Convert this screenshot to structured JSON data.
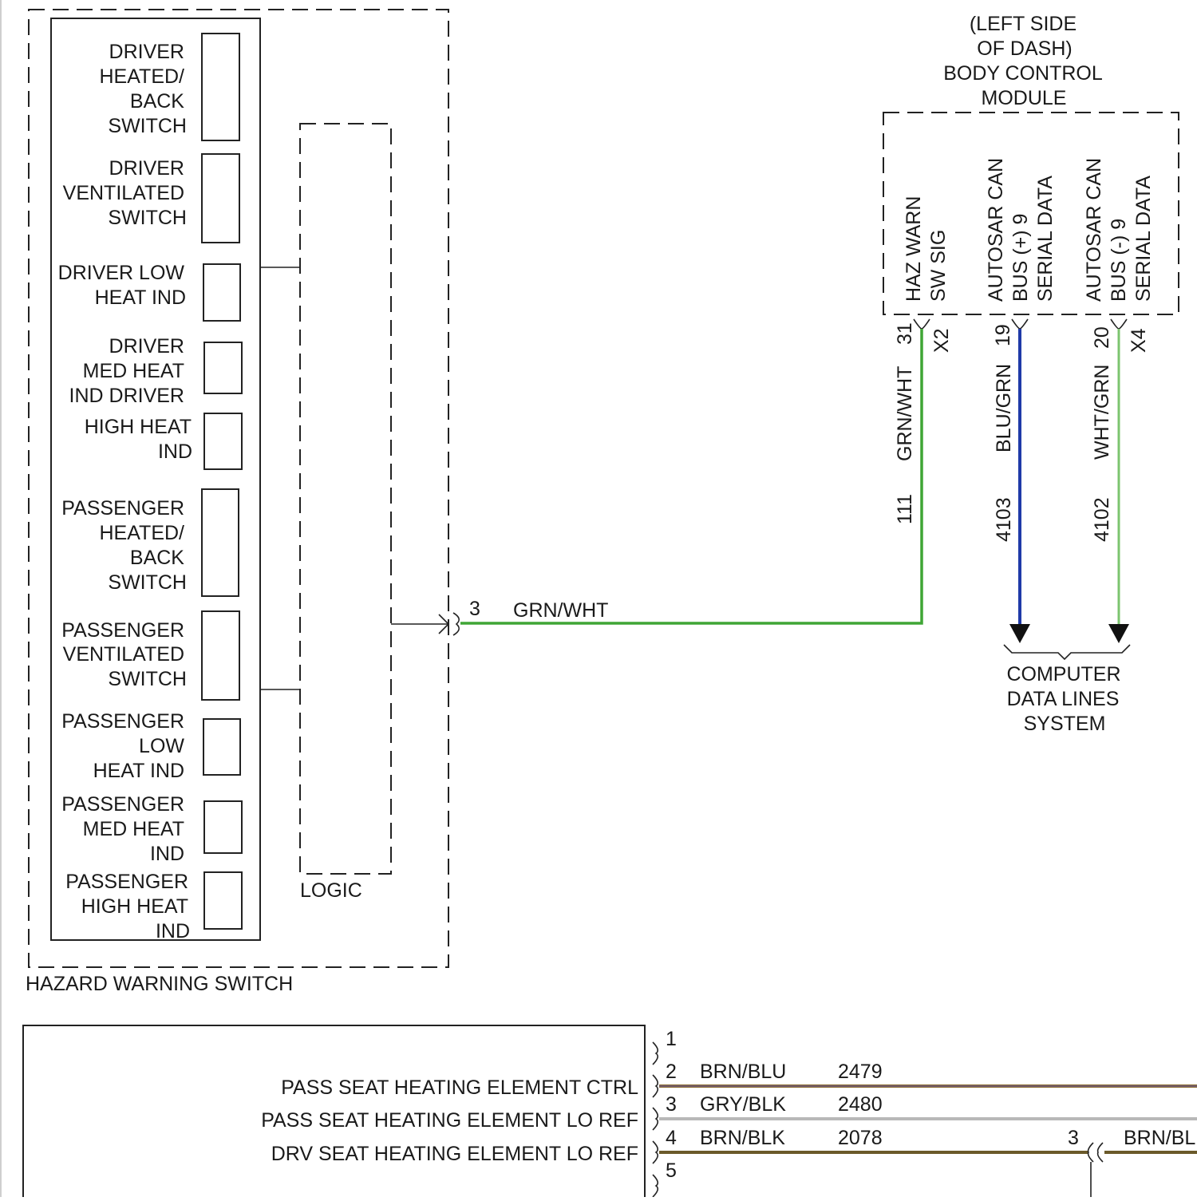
{
  "hazard_switch": {
    "title": "HAZARD WARNING SWITCH",
    "logic_label": "LOGIC",
    "components": [
      {
        "lines": [
          "DRIVER",
          "HEATED/",
          "BACK",
          "SWITCH"
        ]
      },
      {
        "lines": [
          "DRIVER",
          "VENTILATED",
          "SWITCH"
        ]
      },
      {
        "lines": [
          "DRIVER LOW",
          "HEAT IND"
        ]
      },
      {
        "lines": [
          "DRIVER",
          "MED HEAT",
          "IND DRIVER"
        ]
      },
      {
        "lines": [
          "HIGH HEAT",
          "IND"
        ]
      },
      {
        "lines": [
          "PASSENGER",
          "HEATED/",
          "BACK",
          "SWITCH"
        ]
      },
      {
        "lines": [
          "PASSENGER",
          "VENTILATED",
          "SWITCH"
        ]
      },
      {
        "lines": [
          "PASSENGER",
          "LOW",
          "HEAT IND"
        ]
      },
      {
        "lines": [
          "PASSENGER",
          "MED HEAT",
          "IND"
        ]
      },
      {
        "lines": [
          "PASSENGER",
          "HIGH HEAT",
          "IND"
        ]
      }
    ],
    "output_pin": "3",
    "output_wire_color": "GRN/WHT"
  },
  "bcm": {
    "location_line1": "(LEFT SIDE",
    "location_line2": "OF DASH)",
    "name_line1": "BODY CONTROL",
    "name_line2": "MODULE",
    "pin_labels": [
      {
        "line1": "HAZ WARN",
        "line2": "SW SIG"
      },
      {
        "line1": "AUTOSAR CAN",
        "line2": "BUS (+) 9",
        "line3": "SERIAL DATA"
      },
      {
        "line1": "AUTOSAR CAN",
        "line2": "BUS (-) 9",
        "line3": "SERIAL DATA"
      }
    ]
  },
  "bcm_wires": [
    {
      "pin": "31",
      "connector": "X2",
      "color_code": "GRN/WHT",
      "circuit": "111",
      "stroke": "#3fa535"
    },
    {
      "pin": "19",
      "connector": "",
      "color_code": "BLU/GRN",
      "circuit": "4103",
      "stroke": "#1f3aa8"
    },
    {
      "pin": "20",
      "connector": "X4",
      "color_code": "WHT/GRN",
      "circuit": "4102",
      "stroke": "#7cc46f"
    }
  ],
  "data_lines": {
    "line1": "COMPUTER",
    "line2": "DATA LINES",
    "line3": "SYSTEM"
  },
  "seat_module": {
    "rows": [
      {
        "pin": "1",
        "label": "",
        "color_code": "",
        "circuit": ""
      },
      {
        "pin": "2",
        "label": "PASS SEAT HEATING ELEMENT CTRL",
        "color_code": "BRN/BLU",
        "circuit": "2479"
      },
      {
        "pin": "3",
        "label": "PASS SEAT HEATING ELEMENT LO REF",
        "color_code": "GRY/BLK",
        "circuit": "2480"
      },
      {
        "pin": "4",
        "label": "DRV SEAT HEATING ELEMENT LO REF",
        "color_code": "BRN/BLK",
        "circuit": "2078"
      },
      {
        "pin": "5",
        "label": "",
        "color_code": "",
        "circuit": ""
      }
    ],
    "inline_pin": "3",
    "inline_color_code": "BRN/BL"
  },
  "colors": {
    "grn_wht": "#3fa535",
    "blu_grn": "#1f3aa8",
    "wht_grn": "#7cc46f",
    "brn_blu": "#8a6a2e",
    "gry_blk": "#b8b8b8",
    "brn_blk": "#6b5a2a"
  }
}
